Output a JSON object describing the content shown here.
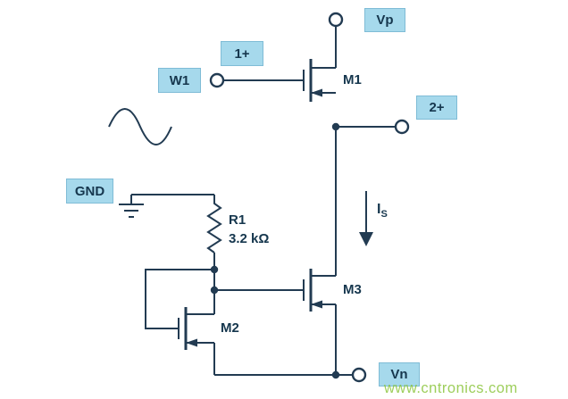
{
  "diagram": {
    "type": "circuit-schematic",
    "terminals": {
      "vp": "Vp",
      "vn": "Vn",
      "w1": "W1",
      "gnd": "GND",
      "ch1": "1+",
      "ch2": "2+"
    },
    "components": {
      "m1": "M1",
      "m2": "M2",
      "m3": "M3",
      "r1_name": "R1",
      "r1_value": "3.2 kΩ"
    },
    "current": {
      "symbol": "I",
      "subscript": "S"
    },
    "watermark": "www.cntronics.com",
    "colors": {
      "line": "#223b52",
      "label_box_bg": "#a6d9ec",
      "label_text": "#16374e",
      "watermark": "#8dc63f"
    }
  }
}
